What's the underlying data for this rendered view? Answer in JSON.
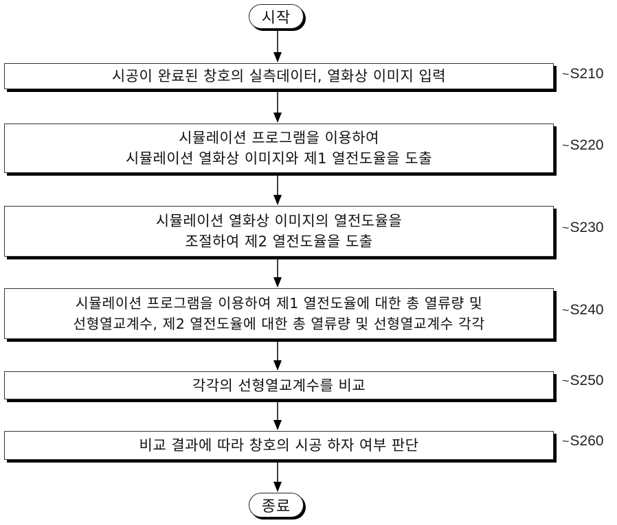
{
  "flowchart": {
    "start_label": "시작",
    "end_label": "종료",
    "steps": [
      {
        "id": "S210",
        "lines": [
          "시공이 완료된 창호의 실측데이터, 열화상 이미지 입력"
        ]
      },
      {
        "id": "S220",
        "lines": [
          "시뮬레이션 프로그램을 이용하여",
          "시뮬레이션 열화상 이미지와 제1 열전도율을 도출"
        ]
      },
      {
        "id": "S230",
        "lines": [
          "시뮬레이션 열화상 이미지의 열전도율을",
          "조절하여 제2 열전도율을 도출"
        ]
      },
      {
        "id": "S240",
        "lines": [
          "시뮬레이션 프로그램을 이용하여 제1 열전도율에 대한 총 열류량 및",
          "선형열교계수, 제2 열전도율에 대한 총 열류량 및 선형열교계수 각각"
        ]
      },
      {
        "id": "S250",
        "lines": [
          "각각의 선형열교계수를 비교"
        ]
      },
      {
        "id": "S260",
        "lines": [
          "비교 결과에 따라 창호의 시공 하자 여부 판단"
        ]
      }
    ],
    "connector_symbol": "~"
  }
}
